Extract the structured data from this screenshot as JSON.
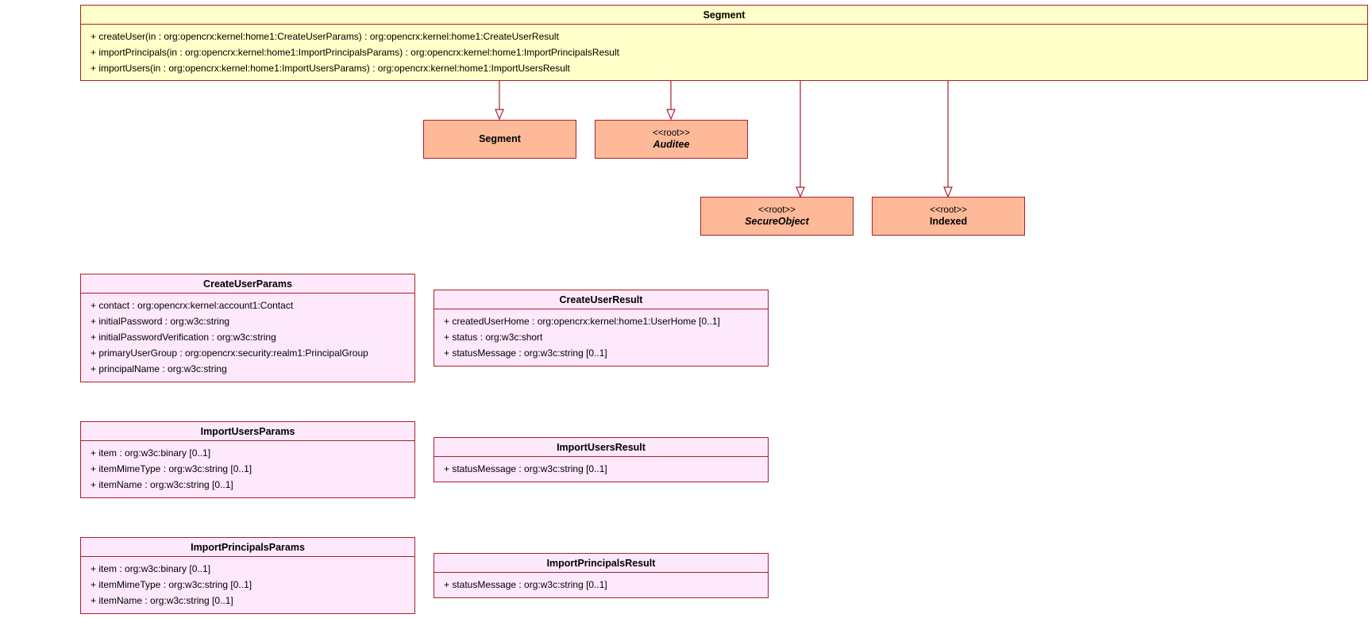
{
  "segment_class": {
    "name": "Segment",
    "operations": [
      "+ createUser(in : org:opencrx:kernel:home1:CreateUserParams) : org:opencrx:kernel:home1:CreateUserResult",
      "+ importPrincipals(in : org:opencrx:kernel:home1:ImportPrincipalsParams) : org:opencrx:kernel:home1:ImportPrincipalsResult",
      "+ importUsers(in : org:opencrx:kernel:home1:ImportUsersParams) : org:opencrx:kernel:home1:ImportUsersResult"
    ]
  },
  "parents": {
    "segment": {
      "name": "Segment",
      "stereotype": ""
    },
    "auditee": {
      "name": "Auditee",
      "stereotype": "<<root>>"
    },
    "secure_object": {
      "name": "SecureObject",
      "stereotype": "<<root>>"
    },
    "indexed": {
      "name": "Indexed",
      "stereotype": "<<root>>"
    }
  },
  "structs": {
    "create_user_params": {
      "name": "CreateUserParams",
      "attributes": [
        "+ contact : org:opencrx:kernel:account1:Contact",
        "+ initialPassword : org:w3c:string",
        "+ initialPasswordVerification : org:w3c:string",
        "+ primaryUserGroup : org:opencrx:security:realm1:PrincipalGroup",
        "+ principalName : org:w3c:string"
      ]
    },
    "create_user_result": {
      "name": "CreateUserResult",
      "attributes": [
        "+ createdUserHome : org:opencrx:kernel:home1:UserHome [0..1]",
        "+ status : org:w3c:short",
        "+ statusMessage : org:w3c:string [0..1]"
      ]
    },
    "import_users_params": {
      "name": "ImportUsersParams",
      "attributes": [
        "+ item : org:w3c:binary [0..1]",
        "+ itemMimeType : org:w3c:string [0..1]",
        "+ itemName : org:w3c:string [0..1]"
      ]
    },
    "import_users_result": {
      "name": "ImportUsersResult",
      "attributes": [
        "+ statusMessage : org:w3c:string [0..1]"
      ]
    },
    "import_principals_params": {
      "name": "ImportPrincipalsParams",
      "attributes": [
        "+ item : org:w3c:binary [0..1]",
        "+ itemMimeType : org:w3c:string [0..1]",
        "+ itemName : org:w3c:string [0..1]"
      ]
    },
    "import_principals_result": {
      "name": "ImportPrincipalsResult",
      "attributes": [
        "+ statusMessage : org:w3c:string [0..1]"
      ]
    }
  },
  "colors": {
    "border": "#a8202d",
    "class_fill": "#ffffc9",
    "parent_fill": "#feb999",
    "struct_fill": "#fde9fb"
  }
}
